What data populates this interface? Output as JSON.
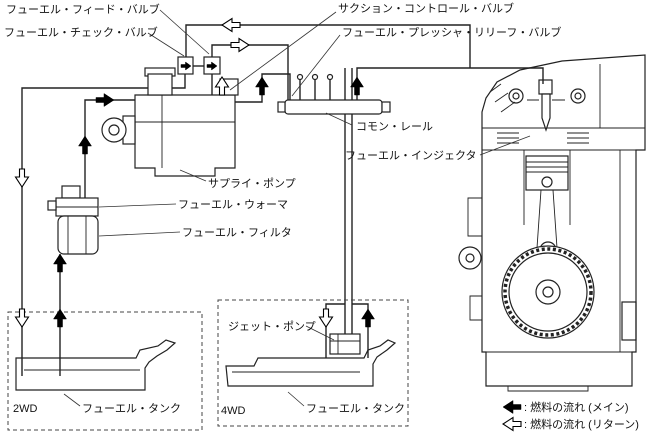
{
  "labels": {
    "fuel_feed_valve": "フューエル・フィード・バルブ",
    "fuel_check_valve": "フューエル・チェック・バルブ",
    "suction_control_valve": "サクション・コントロール・バルブ",
    "fuel_pressure_relief_valve": "フューエル・プレッシャ・リリーフ・バルブ",
    "common_rail": "コモン・レール",
    "fuel_injector": "フューエル・インジェクタ",
    "supply_pump": "サプライ・ポンプ",
    "fuel_warmer": "フューエル・ウォーマ",
    "fuel_filter": "フューエル・フィルタ",
    "jet_pump": "ジェット・ポンプ",
    "drive_2wd": "2WD",
    "drive_4wd": "4WD",
    "fuel_tank_2wd": "フューエル・タンク",
    "fuel_tank_4wd": "フューエル・タンク"
  },
  "legend": {
    "main_flow": ": 燃料の流れ (メイン)",
    "return_flow": ": 燃料の流れ (リターン)"
  },
  "colors": {
    "line": "#1a1a1a",
    "background": "#ffffff"
  }
}
